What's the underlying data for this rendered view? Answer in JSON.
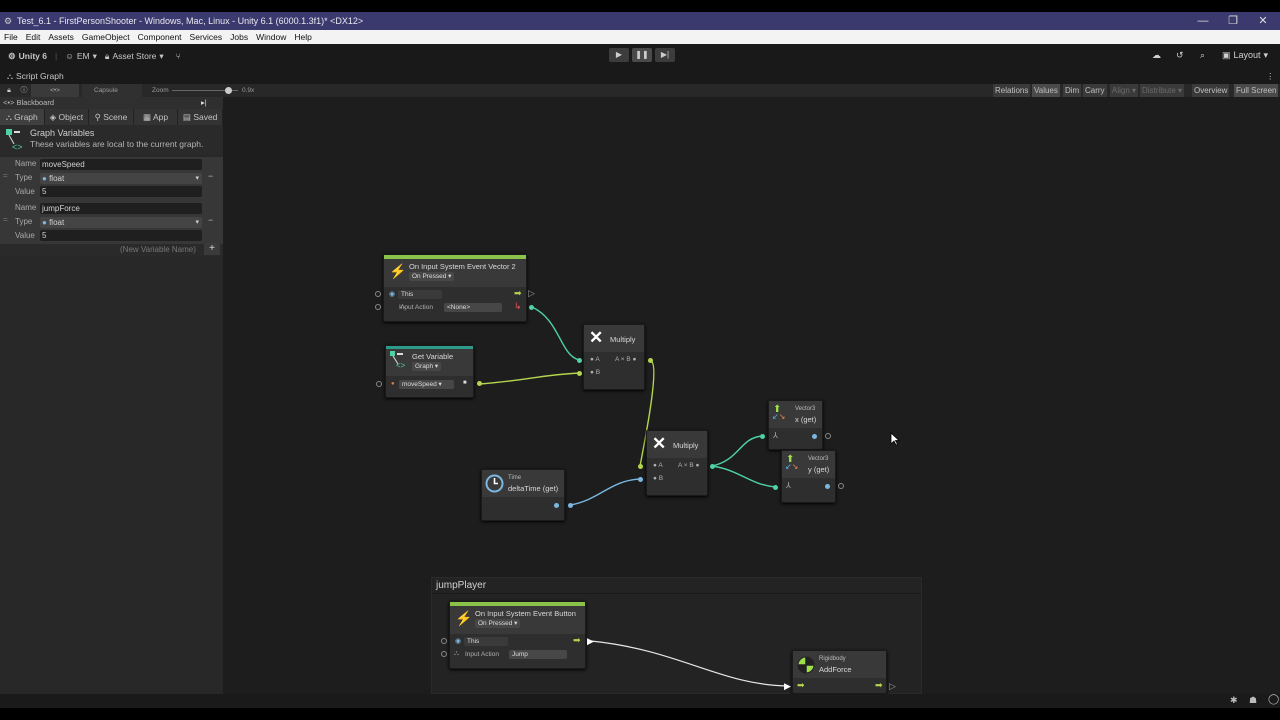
{
  "window": {
    "title": "Test_6.1 - FirstPersonShooter - Windows, Mac, Linux - Unity 6.1 (6000.1.3f1)* <DX12>",
    "controls": {
      "minimize": "—",
      "maximize": "❐",
      "close": "✕"
    }
  },
  "menu": [
    "File",
    "Edit",
    "Assets",
    "GameObject",
    "Component",
    "Services",
    "Jobs",
    "Window",
    "Help"
  ],
  "toolbar": {
    "unity_label": "Unity 6",
    "account_label": "EM",
    "asset_store_label": "Asset Store",
    "layout_label": "Layout",
    "play": "▶",
    "pause": "❚❚",
    "step": "▶|"
  },
  "script_graph_tab": {
    "label": "Script Graph"
  },
  "graph_toolbar": {
    "capsule_label": "Capsule",
    "zoom_label": "Zoom",
    "zoom_value": "0.9x",
    "buttons": [
      "Relations",
      "Values",
      "Dim",
      "Carry",
      "Align ▾",
      "Distribute ▾",
      "Overview",
      "Full Screen"
    ]
  },
  "blackboard": {
    "title": "Blackboard",
    "tabs": [
      "Graph",
      "Object",
      "Scene",
      "App",
      "Saved"
    ],
    "heading": "Graph Variables",
    "description": "These variables are local to the current graph.",
    "labels": {
      "name": "Name",
      "type": "Type",
      "value": "Value"
    },
    "variables": [
      {
        "name": "moveSpeed",
        "type": "float",
        "value": "5"
      },
      {
        "name": "jumpForce",
        "type": "float",
        "value": "5"
      }
    ],
    "new_variable_placeholder": "(New Variable Name)"
  },
  "nodes": {
    "input_vector2": {
      "title": "On Input System Event Vector 2",
      "mode": "On Pressed ▾",
      "this_label": "This",
      "input_action_label": "Input Action",
      "input_action_value": "<None>"
    },
    "get_variable": {
      "title": "Get Variable",
      "scope": "Graph ▾",
      "variable": "moveSpeed"
    },
    "multiply1": {
      "title": "Multiply",
      "a": "A",
      "b": "B",
      "out": "A × B"
    },
    "multiply2": {
      "title": "Multiply",
      "a": "A",
      "b": "B",
      "out": "A × B"
    },
    "time": {
      "category": "Time",
      "title": "deltaTime (get)"
    },
    "vector3_x": {
      "category": "Vector3",
      "title": "x (get)"
    },
    "vector3_y": {
      "category": "Vector3",
      "title": "y (get)"
    },
    "input_button": {
      "title": "On Input System Event Button",
      "mode": "On Pressed ▾",
      "this_label": "This",
      "input_action_label": "Input Action",
      "input_action_value": "Jump"
    },
    "add_force": {
      "category": "Rigidbody",
      "title": "AddForce"
    }
  },
  "group": {
    "title": "jumpPlayer"
  },
  "colors": {
    "event_green": "#8bc34a",
    "float_green": "#b4d64e",
    "vector_teal": "#4fd1a5",
    "time_blue": "#7ab8e0"
  }
}
